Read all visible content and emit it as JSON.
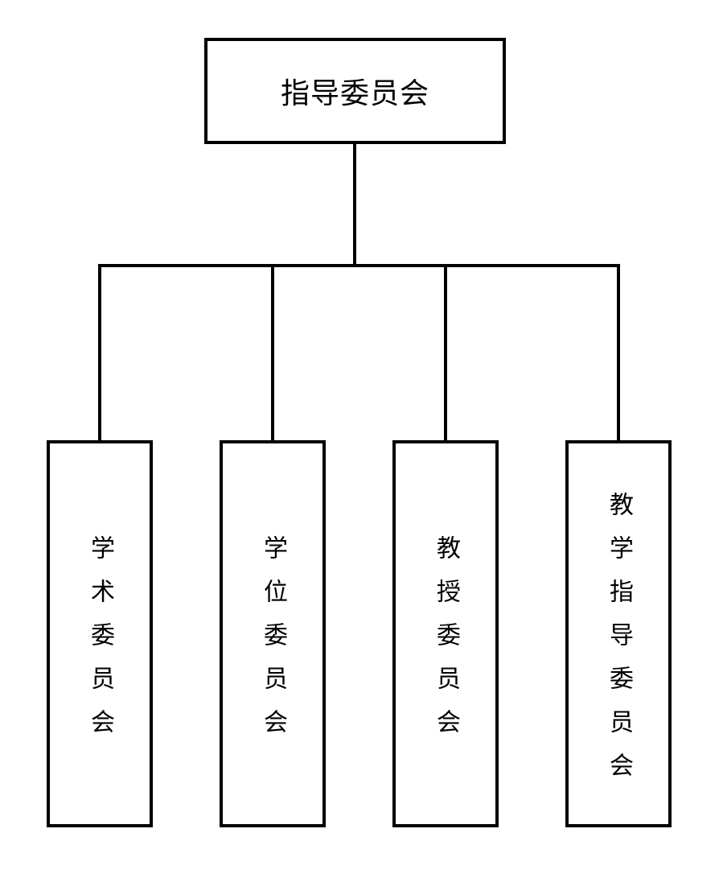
{
  "root": {
    "label": "指导委员会"
  },
  "children": [
    {
      "label": "学术委员会"
    },
    {
      "label": "学位委员会"
    },
    {
      "label": "教授委员会"
    },
    {
      "label": "教学指导委员会"
    }
  ],
  "colors": {
    "line": "#000000",
    "background": "#ffffff"
  }
}
